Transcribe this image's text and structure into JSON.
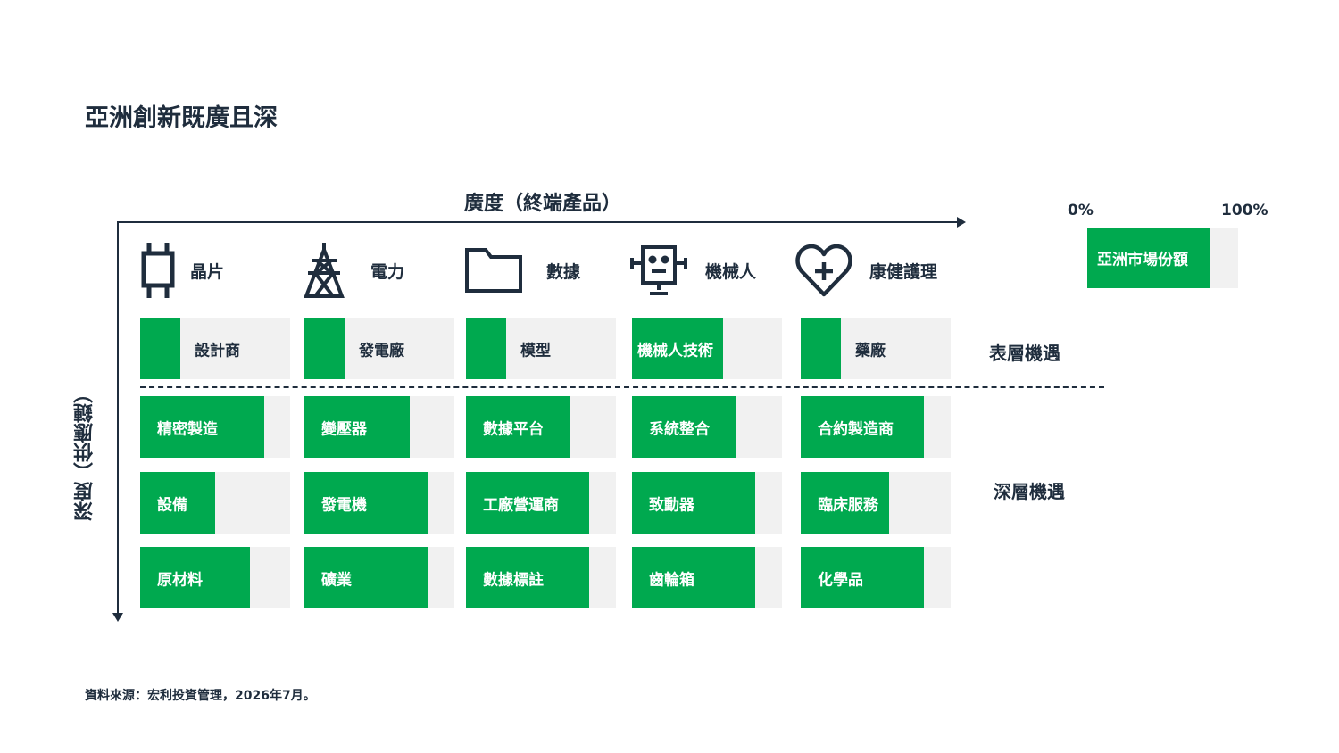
{
  "title": "亞洲創新既廣且深",
  "x_axis_label": "廣度（終端產品）",
  "y_axis_label": "深度（供應鏈）",
  "legend": {
    "low": "0%",
    "high": "100%",
    "label": "亞洲市場份額",
    "example_share": 0.81,
    "colors": {
      "fill": "#00a94f",
      "track": "#f1f1f1"
    }
  },
  "row_groups": {
    "surface": "表層機遇",
    "deep": "深層機遇"
  },
  "categories": [
    {
      "name": "晶片",
      "icon": "chip-icon"
    },
    {
      "name": "電力",
      "icon": "power-tower-icon"
    },
    {
      "name": "數據",
      "icon": "folder-icon"
    },
    {
      "name": "機械人",
      "icon": "robot-icon"
    },
    {
      "name": "康健護理",
      "icon": "heart-plus-icon"
    }
  ],
  "cells": [
    [
      {
        "label": "設計商",
        "share": 0.27
      },
      {
        "label": "發電廠",
        "share": 0.27
      },
      {
        "label": "模型",
        "share": 0.27
      },
      {
        "label": "機械人技術",
        "share": 0.61
      },
      {
        "label": "藥廠",
        "share": 0.27
      }
    ],
    [
      {
        "label": "精密製造",
        "share": 0.83
      },
      {
        "label": "變壓器",
        "share": 0.7
      },
      {
        "label": "數據平台",
        "share": 0.69
      },
      {
        "label": "系統整合",
        "share": 0.69
      },
      {
        "label": "合約製造商",
        "share": 0.82
      }
    ],
    [
      {
        "label": "設備",
        "share": 0.5
      },
      {
        "label": "發電機",
        "share": 0.82
      },
      {
        "label": "工廠營運商",
        "share": 0.82
      },
      {
        "label": "致動器",
        "share": 0.82
      },
      {
        "label": "臨床服務",
        "share": 0.59
      }
    ],
    [
      {
        "label": "原材料",
        "share": 0.73
      },
      {
        "label": "礦業",
        "share": 0.82
      },
      {
        "label": "數據標註",
        "share": 0.82
      },
      {
        "label": "齒輪箱",
        "share": 0.82
      },
      {
        "label": "化學品",
        "share": 0.82
      }
    ]
  ],
  "source": "資料來源：宏利投資管理，2026年7月。"
}
